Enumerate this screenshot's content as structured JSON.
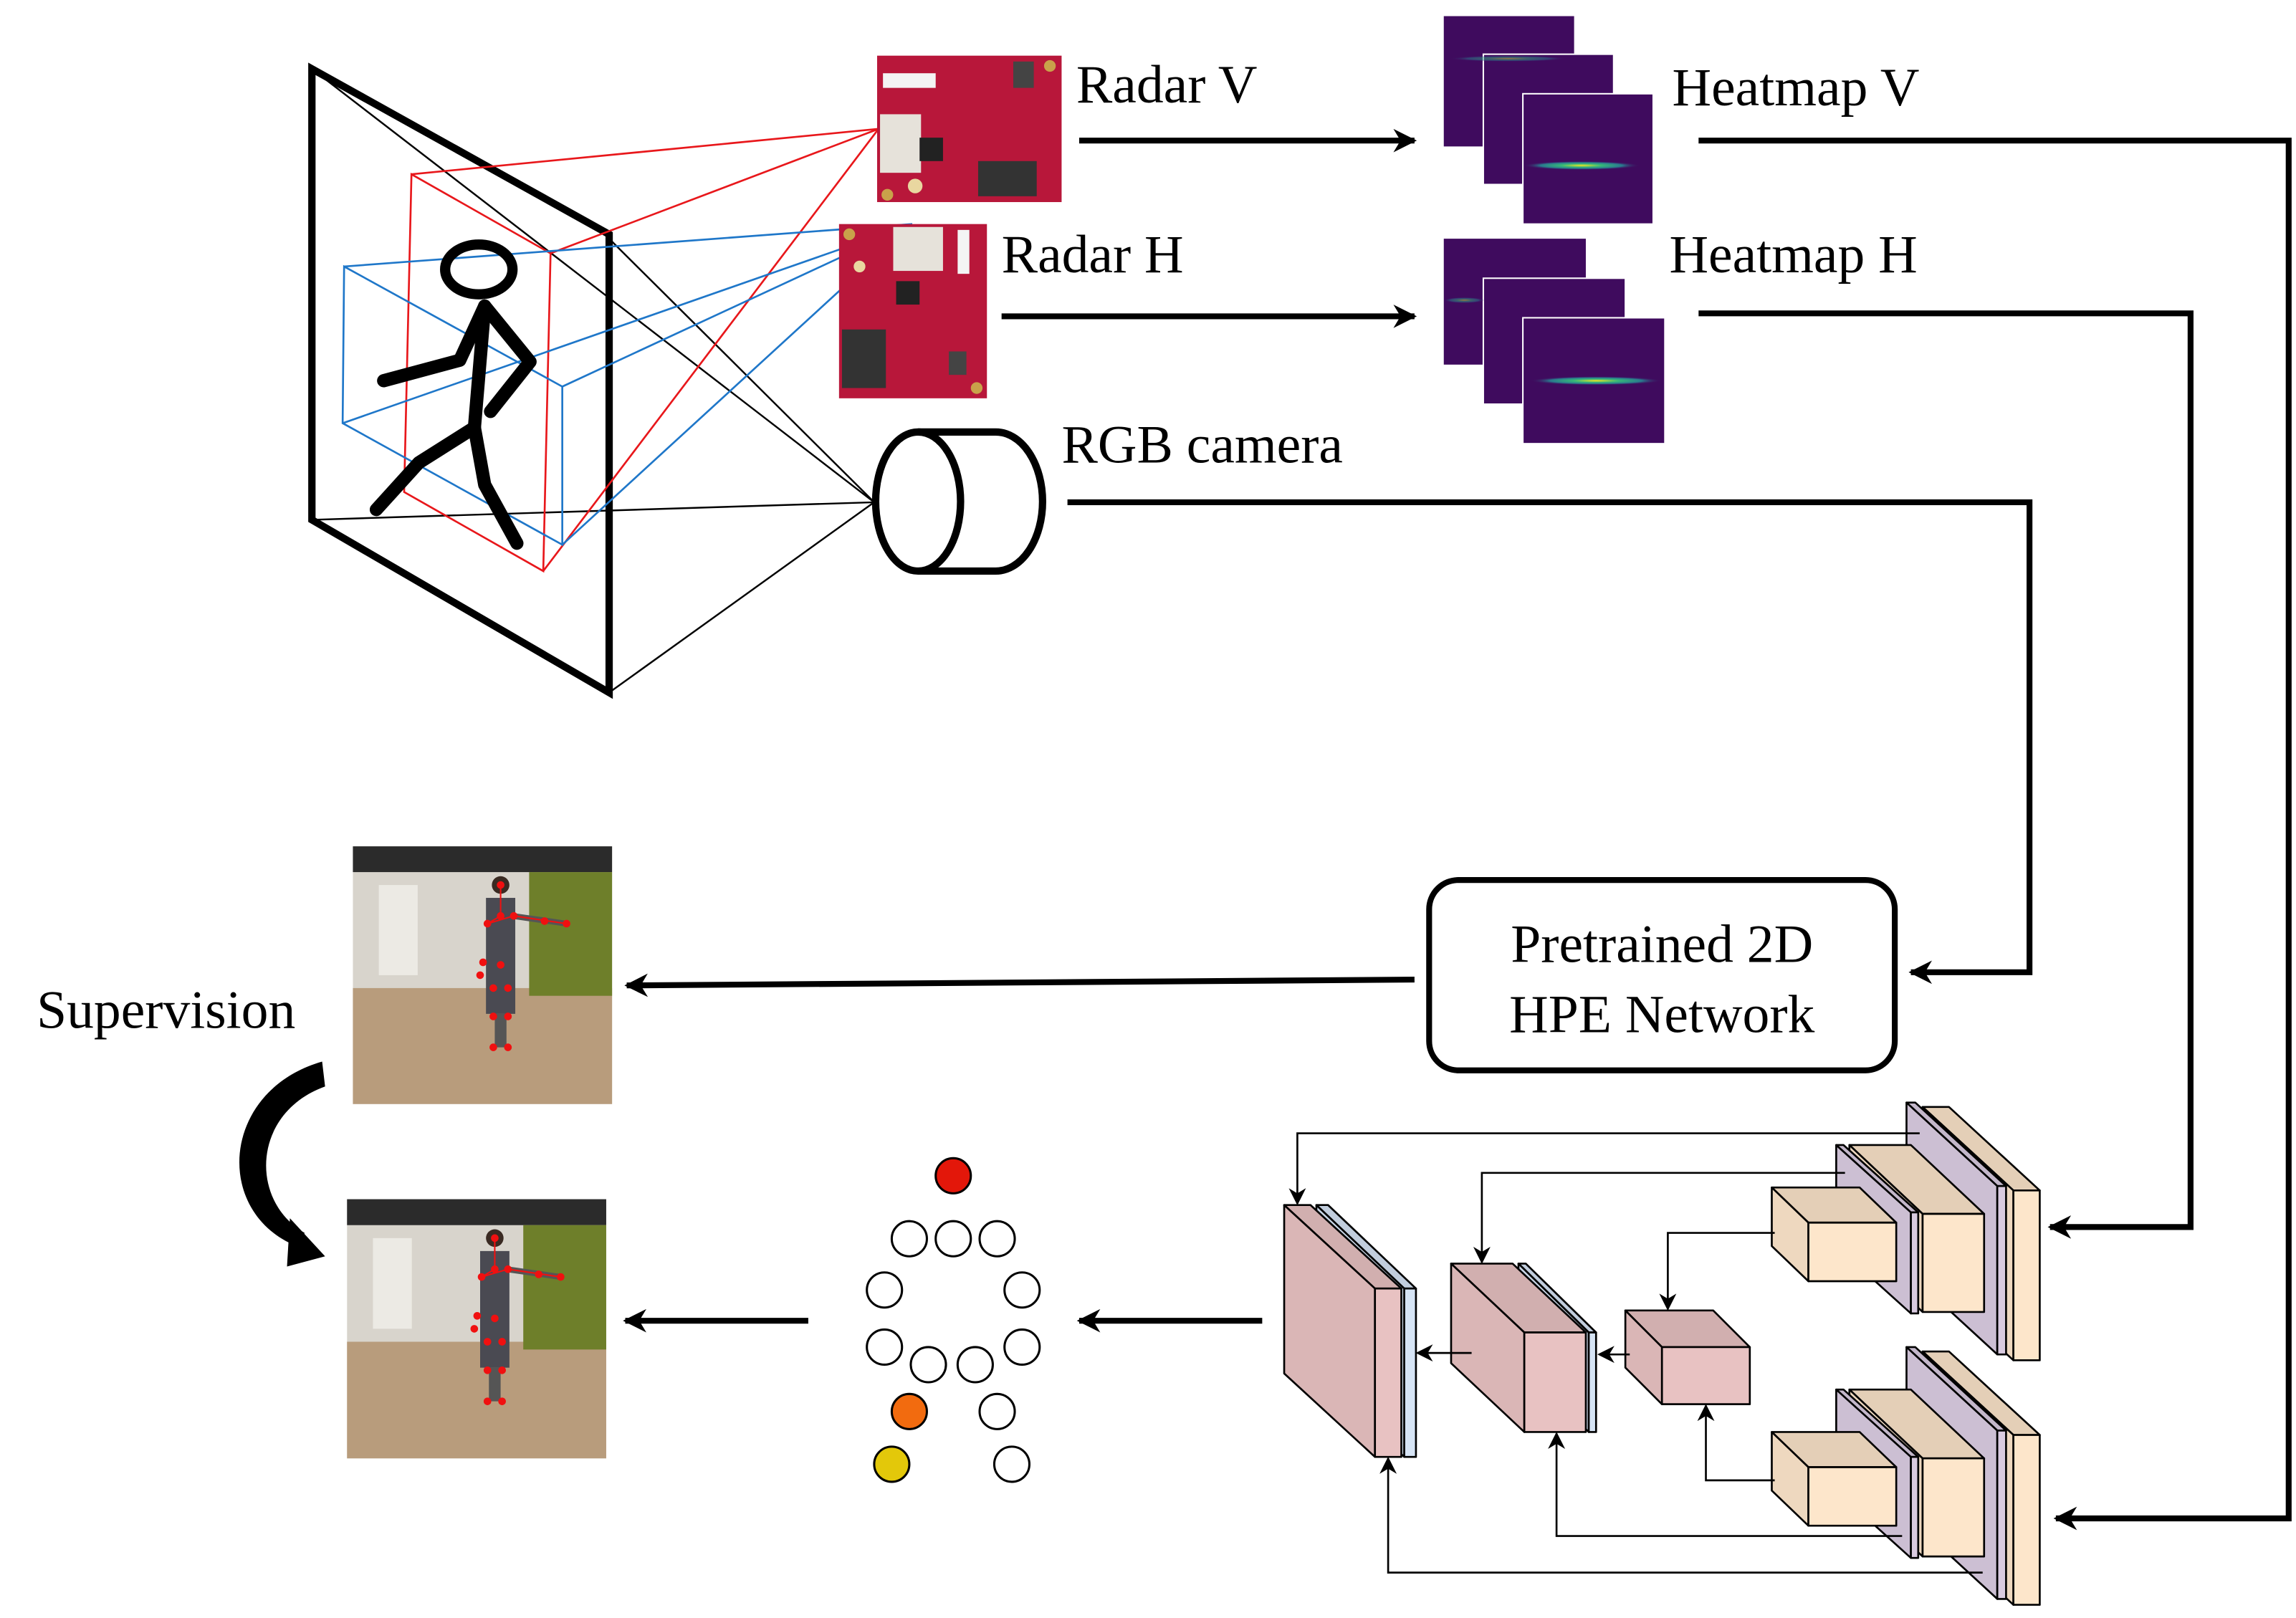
{
  "labels": {
    "radar_v": "Radar V",
    "radar_h": "Radar H",
    "heatmap_v": "Heatmap V",
    "heatmap_h": "Heatmap H",
    "rgb_camera": "RGB camera",
    "hpe_line1": "Pretrained 2D",
    "hpe_line2": "HPE Network",
    "supervision": "Supervision"
  },
  "colors": {
    "radar_fov": "#e8171b",
    "radar_h_fov": "#1f77c9",
    "board": "#b8173a",
    "heatmap_bg": "#3f0b5e",
    "decoder": "#e8c2c2",
    "decoder_slab": "#d6e4f5",
    "encoder": "#fde6cb",
    "encoder_slab": "#d9cbe0",
    "keypoint_head": "#e3170a",
    "keypoint_orange": "#f26b0f",
    "keypoint_yellow": "#e3c80a"
  }
}
